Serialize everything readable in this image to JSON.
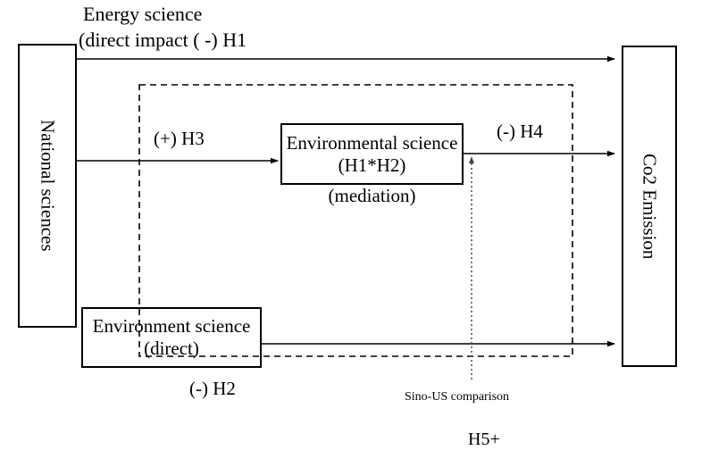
{
  "diagram": {
    "title_note": {
      "line1": "Energy science",
      "line2": "(direct impact ( -) H1"
    },
    "nodes": [
      {
        "id": "national-sciences",
        "label": "National sciences",
        "orientation": "vertical"
      },
      {
        "id": "environmental-science-mediation",
        "label": "Environmental science (H1*H2)",
        "sub_label": "(mediation)",
        "orientation": "horizontal"
      },
      {
        "id": "environment-science-direct",
        "label": "Environment science (direct)",
        "orientation": "horizontal"
      },
      {
        "id": "co2-emission",
        "label": "Co2 Emission",
        "orientation": "vertical"
      }
    ],
    "edge_labels": {
      "h3": "(+) H3",
      "h4": "(-) H4",
      "h2": "(-) H2"
    },
    "annotations": {
      "moderator": "Sino-US comparison",
      "moderator_hypothesis": "H5+"
    },
    "colors": {
      "stroke": "#000000",
      "background": "#ffffff",
      "dotted_stroke": "#555555"
    }
  }
}
